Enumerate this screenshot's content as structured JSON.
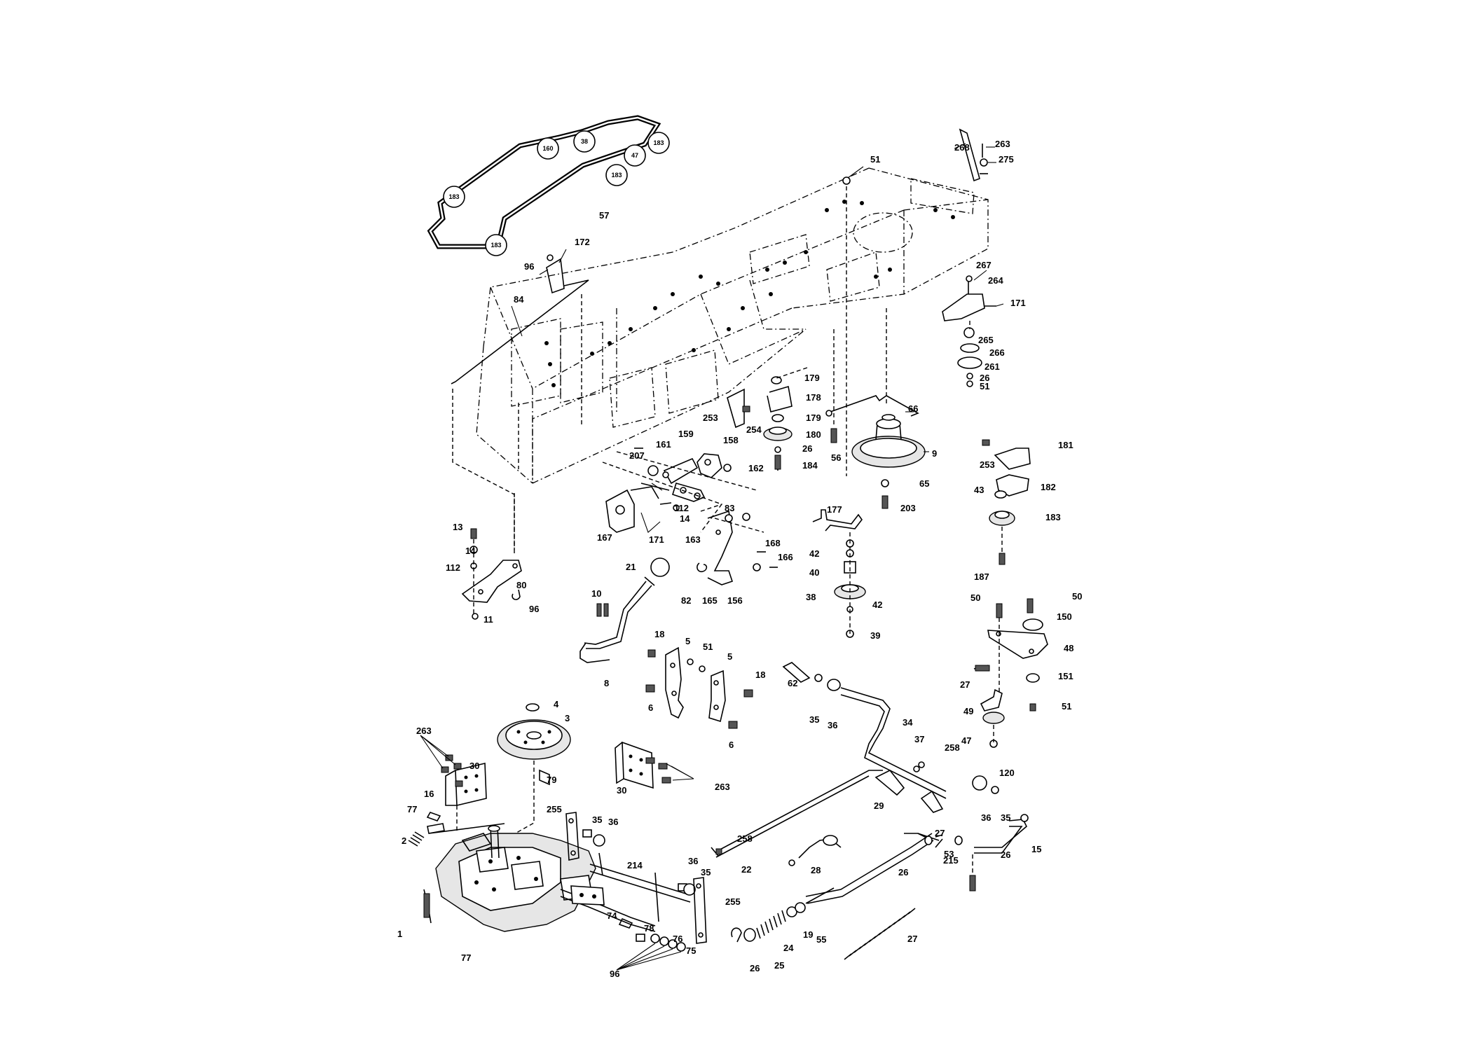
{
  "diagram": {
    "belt_pulley_labels": [
      "183",
      "160",
      "38",
      "47",
      "183",
      "183",
      "183"
    ],
    "part_labels": [
      "268",
      "263",
      "275",
      "51",
      "57",
      "172",
      "96",
      "84",
      "267",
      "264",
      "171",
      "265",
      "266",
      "261",
      "26",
      "51",
      "179",
      "178",
      "179",
      "180",
      "26",
      "184",
      "66",
      "253",
      "254",
      "56",
      "9",
      "65",
      "203",
      "181",
      "253",
      "182",
      "43",
      "183",
      "187",
      "161",
      "159",
      "158",
      "207",
      "162",
      "112",
      "14",
      "83",
      "167",
      "171",
      "163",
      "177",
      "168",
      "166",
      "42",
      "40",
      "38",
      "42",
      "39",
      "156",
      "165",
      "82",
      "21",
      "13",
      "14",
      "112",
      "80",
      "96",
      "11",
      "10",
      "8",
      "18",
      "5",
      "51",
      "5",
      "18",
      "6",
      "6",
      "62",
      "35",
      "36",
      "34",
      "37",
      "258",
      "50",
      "50",
      "150",
      "48",
      "27",
      "151",
      "49",
      "51",
      "47",
      "120",
      "4",
      "3",
      "263",
      "30",
      "79",
      "16",
      "263",
      "30",
      "77",
      "2",
      "255",
      "35",
      "36",
      "214",
      "36",
      "35",
      "255",
      "258",
      "22",
      "28",
      "29",
      "36",
      "35",
      "27",
      "26",
      "26",
      "215",
      "53",
      "15",
      "1",
      "77",
      "74",
      "78",
      "76",
      "75",
      "96",
      "26",
      "25",
      "24",
      "19",
      "55",
      "27"
    ]
  }
}
